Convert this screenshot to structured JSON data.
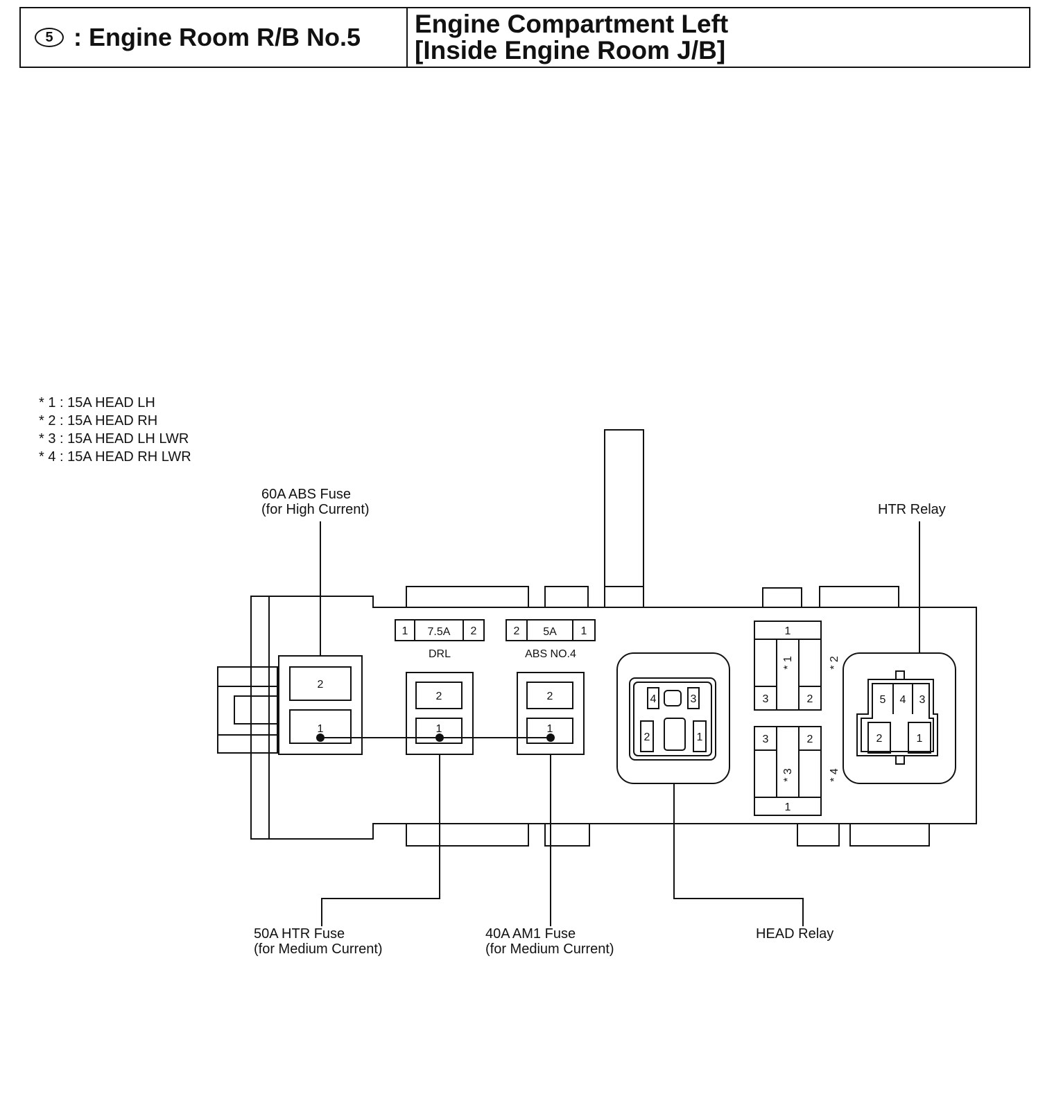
{
  "header": {
    "circle_number": "5",
    "left_title": ": Engine Room R/B No.5",
    "right_title_line1": "Engine Compartment Left",
    "right_title_line2": "[Inside Engine Room J/B]"
  },
  "legend": [
    "* 1 : 15A HEAD LH",
    "* 2 : 15A HEAD RH",
    "* 3 : 15A HEAD LH LWR",
    "* 4 : 15A HEAD RH LWR"
  ],
  "callouts": {
    "abs_fuse_60a": [
      "60A ABS Fuse",
      "(for High Current)"
    ],
    "htr_relay": "HTR Relay",
    "htr_fuse_50a": [
      "50A HTR Fuse",
      "(for Medium Current)"
    ],
    "am1_fuse_40a": [
      "40A AM1 Fuse",
      "(for Medium Current)"
    ],
    "head_relay": "HEAD Relay"
  },
  "mini_fuses": {
    "drl": {
      "pins": [
        "1",
        "7.5A",
        "2"
      ],
      "name": "DRL"
    },
    "abs_no4": {
      "pins": [
        "2",
        "5A",
        "1"
      ],
      "name": "ABS NO.4"
    }
  },
  "fuse_terminals": {
    "abs_fuse_60a": [
      "2",
      "1"
    ],
    "htr_fuse_50a": [
      "2",
      "1"
    ],
    "am1_fuse_40a": [
      "2",
      "1"
    ]
  },
  "head_relay_pins": [
    "4",
    "3",
    "2",
    "1"
  ],
  "upper_small_fuses": {
    "top": "1",
    "left": "3",
    "right": "2",
    "label_center": "* 1",
    "label_side": "* 2"
  },
  "lower_small_fuses": {
    "left": "3",
    "right": "2",
    "bottom": "1",
    "label_center": "* 3",
    "label_side": "* 4"
  },
  "htr_relay_pins": [
    "5",
    "4",
    "3",
    "2",
    "1"
  ]
}
